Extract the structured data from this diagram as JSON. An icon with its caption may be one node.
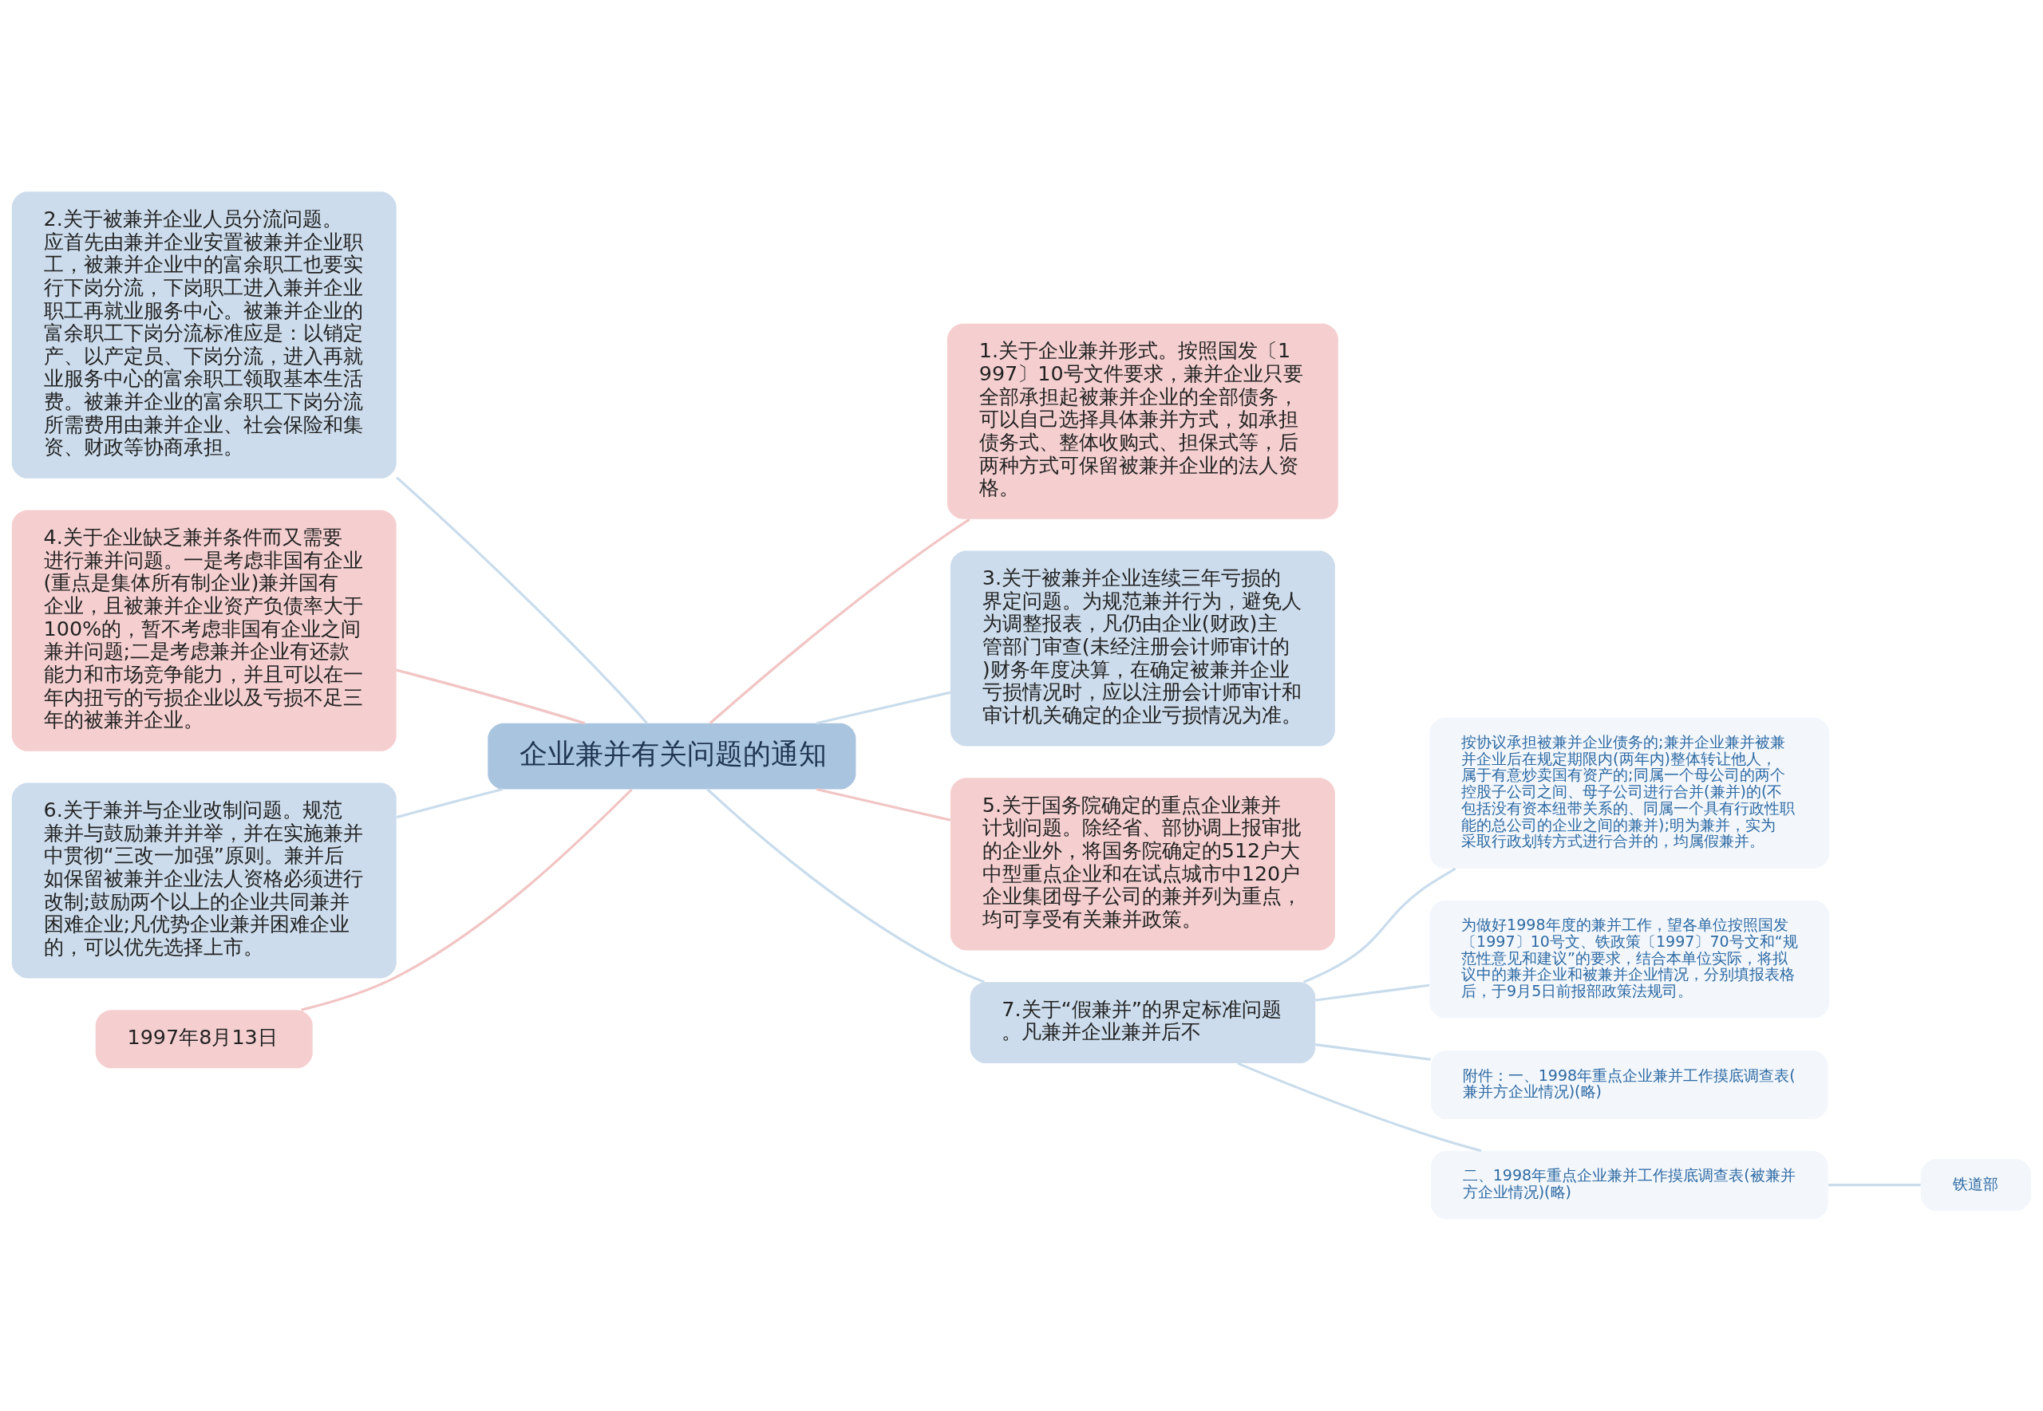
{
  "diagram": {
    "nodes": [
      {
        "text": [
          "企业兼并有关问题的通知"
        ]
      },
      {
        "text": [
          "2.关于被兼并企业人员分流问题。应首先由兼并企业安置被兼并企业职工，被兼并企业中的富余职工也要实行下岗分流，下岗职工进入兼并企业职工再就业服务中心。被兼并企业的富余职工下岗分流标准应是：以销定产、以产定员、下岗分流，进入再就业服务中心的富余职工领取基本生活费。被兼并企业的富余职工下岗分流所需费用由兼并企业、社会保险和集资、财政等协商承担。"
        ]
      },
      {
        "text": [
          "1.关于企业兼并形式。按照国发〔1997〕10号文件要求，兼并企业只要全部承担起被兼并企业的全部债务，可以自己选择具体兼并方式，如承担债务式、整体收购式、担保式等，后两种方式可保留被兼并企业的法人资格。"
        ]
      },
      {
        "text": [
          "3.关于被兼并企业连续三年亏损的界定问题。为规范兼并行为，避免人为调整报表，凡仍由企业(财政)主管部门审查(未经注册会计师审计的)财务年度决算，在确定被兼并企业亏损情况时，应以注册会计师审计和审计机关确定的企业亏损情况为准。"
        ]
      },
      {
        "text": [
          "4.关于企业缺乏兼并条件而又需要进行兼并问题。一是考虑非国有企业(重点是集体所有制企业)兼并国有企业，且被兼并企业资产负债率大于100%的，暂不考虑非国有企业之间兼并问题;二是考虑兼并企业有还款能力和市场竞争能力，并且可以在一年内扭亏的亏损企业以及亏损不足三年的被兼并企业。"
        ]
      },
      {
        "text": [
          "5.关于国务院确定的重点企业兼并计划问题。除经省、部协调上报审批的企业外，将国务院确定的512户大中型重点企业和在试点城市中120户企业集团母子公司的兼并列为重点，均可享受有关兼并政策。"
        ]
      },
      {
        "text": [
          "6.关于兼并与企业改制问题。规范兼并与鼓励兼并并举，并在实施兼并中贯彻“三改一加强”原则。兼并后如保留被兼并企业法人资格必须进行改制;鼓励两个以上的企业共同兼并困难企业;凡优势企业兼并困难企业的，可以优先选择上市。"
        ]
      },
      {
        "text": [
          "1997年8月13日"
        ]
      },
      {
        "text": [
          "7.关于“假兼并”的界定标准问题。凡兼并企业兼并后不"
        ]
      },
      {
        "text": [
          "按协议承担被兼并企业债务的;兼并企业兼并被兼并企业后在规定期限内(两年内)整体转让他人，属于有意炒卖国有资产的;同属一个母公司的两个控股子公司之间、母子公司进行合并(兼并)的(不包括没有资本纽带关系的、同属一个具有行政性职能的总公司的企业之间的兼并);明为兼并，实为采取行政划转方式进行合并的，均属假兼并。"
        ]
      },
      {
        "text": [
          "为做好1998年度的兼并工作，望各单位按照国发〔1997〕10号文、铁政策〔1997〕70号文和“规范性意见和建议”的要求，结合本单位实际，将拟议中的兼并企业和被兼并企业情况，分别填报表格后，于9月5日前报部政策法规司。"
        ]
      },
      {
        "text": [
          "附件：一、1998年重点企业兼并工作摸底调查表(兼并方企业情况)(略)"
        ]
      },
      {
        "text": [
          "二、1998年重点企业兼并工作摸底调查表(被兼并方企业情况)(略)"
        ]
      },
      {
        "text": [
          "铁道部"
        ]
      }
    ],
    "edges": [
      {
        "from": 0,
        "to": 1,
        "arrow": "none",
        "color": "#c9dcec"
      },
      {
        "from": 0,
        "to": 2,
        "arrow": "none",
        "color": "#f2c4c4"
      },
      {
        "from": 0,
        "to": 3,
        "arrow": "none",
        "color": "#c9dcec"
      },
      {
        "from": 0,
        "to": 4,
        "arrow": "none",
        "color": "#f2c4c4"
      },
      {
        "from": 0,
        "to": 5,
        "arrow": "none",
        "color": "#f2c4c4"
      },
      {
        "from": 0,
        "to": 6,
        "arrow": "none",
        "color": "#c9dcec"
      },
      {
        "from": 0,
        "to": 7,
        "arrow": "none",
        "color": "#f2c4c4"
      },
      {
        "from": 0,
        "to": 8,
        "arrow": "none",
        "color": "#c9dcec"
      },
      {
        "from": 8,
        "to": 9,
        "arrow": "none",
        "color": "#c9dcec"
      },
      {
        "from": 8,
        "to": 10,
        "arrow": "none",
        "color": "#c9dcec"
      },
      {
        "from": 8,
        "to": 11,
        "arrow": "none",
        "color": "#c9dcec"
      },
      {
        "from": 8,
        "to": 12,
        "arrow": "none",
        "color": "#c9dcec"
      },
      {
        "from": 12,
        "to": 13,
        "arrow": "none",
        "color": "#c9dcec"
      }
    ]
  }
}
